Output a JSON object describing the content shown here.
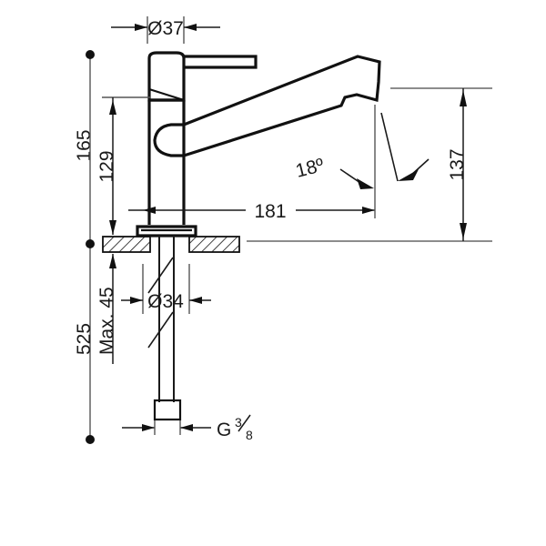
{
  "drawing": {
    "title": "Faucet technical dimension drawing",
    "units_note": "",
    "line_color": "#111111",
    "dimension_color": "#1a1a1a",
    "reference_color": "#666666",
    "background": "#ffffff"
  },
  "dimensions": {
    "top_diameter": {
      "label": "Ø37",
      "name": "body-diameter",
      "orientation": "horizontal"
    },
    "height_total": {
      "label": "165",
      "name": "overall-spout-height",
      "orientation": "vertical"
    },
    "height_body": {
      "label": "129",
      "name": "body-height",
      "orientation": "vertical"
    },
    "max_thickness": {
      "label": "Max. 45",
      "name": "max-counter-thickness",
      "orientation": "vertical"
    },
    "hose_length": {
      "label": "525",
      "name": "hose-length",
      "orientation": "vertical"
    },
    "shank_diameter": {
      "label": "Ø34",
      "name": "shank-diameter",
      "orientation": "horizontal"
    },
    "spout_reach": {
      "label": "181",
      "name": "spout-reach",
      "orientation": "horizontal"
    },
    "spout_angle": {
      "label": "18º",
      "name": "spout-swivel-angle",
      "orientation": "angled"
    },
    "spout_height": {
      "label": "137",
      "name": "spout-outlet-height",
      "orientation": "vertical"
    },
    "thread": {
      "label": "G",
      "numerator": "3",
      "denominator": "8",
      "name": "inlet-thread-size",
      "orientation": "horizontal"
    }
  }
}
